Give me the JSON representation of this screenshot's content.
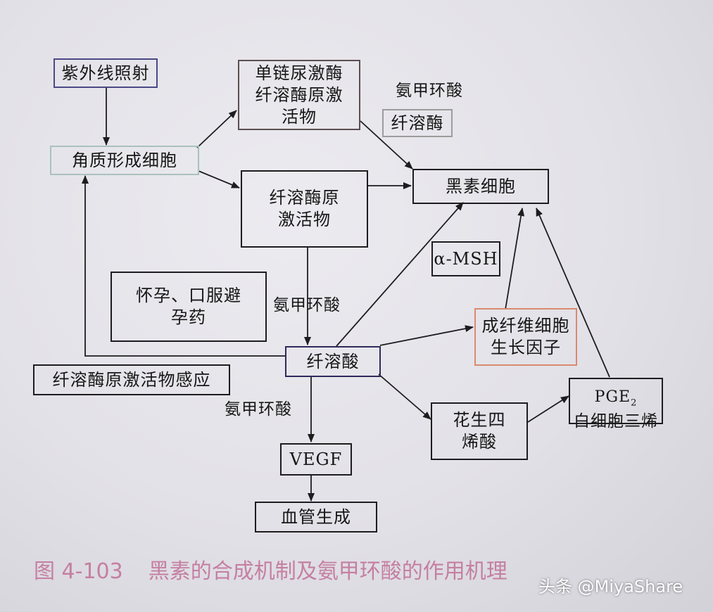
{
  "diagram": {
    "nodes": {
      "uv": "紫外线照射",
      "keratinocyte": "角质形成细胞",
      "scu_pa": "单链尿激酶\n纤溶酶原激\n活物",
      "plasminogen_activator": "纤溶酶原\n激活物",
      "plasmin_top": "纤溶酶",
      "melanocyte": "黑素细胞",
      "msh": "α-MSH",
      "pregnancy": "怀孕、口服避\n孕药",
      "plasmin_acid": "纤溶酸",
      "fgf": "成纤维细胞\n生长因子",
      "pa_induction": "纤溶酶原激活物感应",
      "pge2_prefix": "PGE",
      "pge2_sub": "2",
      "pge2_rest": "白细胞三烯",
      "arachidonic": "花生四\n烯酸",
      "vegf": "VEGF",
      "angiogenesis": "血管生成"
    },
    "labels": {
      "txa_top": "氨甲环酸",
      "txa_mid": "氨甲环酸",
      "txa_bottom": "氨甲环酸"
    },
    "colors": {
      "uv_border": "#4b4886",
      "keratinocyte_border": "#a9c2bc",
      "plasmin_top_border": "#9c9c9c",
      "scu_pa_border": "#5a4f50",
      "fgf_border": "#d98a6e",
      "plasmin_acid_border": "#2e2a5a",
      "caption": "#c57fa2"
    }
  },
  "caption": {
    "number": "图 4-103",
    "title": "黑素的合成机制及氨甲环酸的作用机理"
  },
  "watermark": "头条 @MiyaShare"
}
